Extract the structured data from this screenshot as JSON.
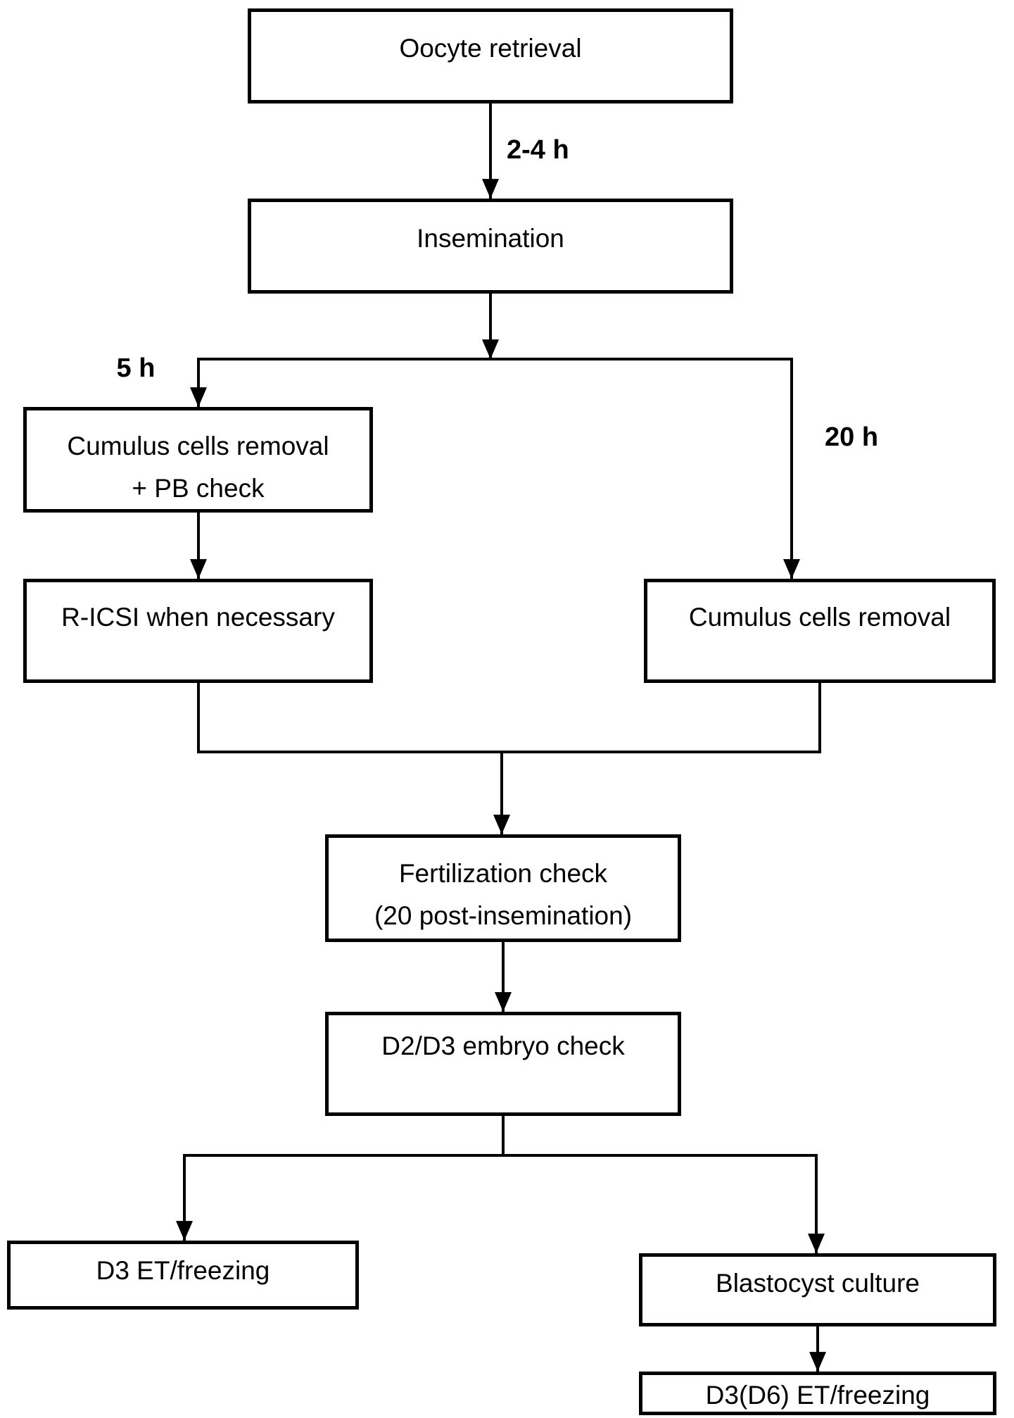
{
  "diagram": {
    "title": "IVF laboratory workflow flowchart",
    "nodes": {
      "oocyte": {
        "label": "Oocyte retrieval"
      },
      "insemination": {
        "label": "Insemination"
      },
      "cumulus_pb": {
        "line1": "Cumulus cells removal",
        "line2": "+ PB check"
      },
      "ricsi": {
        "label": "R-ICSI when necessary"
      },
      "cumulus": {
        "label": "Cumulus cells removal"
      },
      "fertilization": {
        "line1": "Fertilization check",
        "line2": "(20 post-insemination)"
      },
      "d2d3": {
        "label": "D2/D3 embryo check"
      },
      "d3et": {
        "label": "D3 ET/freezing"
      },
      "blastocyst": {
        "label": "Blastocyst culture"
      },
      "d3d6": {
        "label": "D3(D6) ET/freezing"
      }
    },
    "edge_labels": {
      "oocyte_to_insemination": "2-4 h",
      "branch_left": "5 h",
      "branch_right": "20 h"
    },
    "colors": {
      "line": "#000000",
      "box_fill": "#ffffff",
      "background": "#ffffff",
      "text": "#000000"
    }
  }
}
